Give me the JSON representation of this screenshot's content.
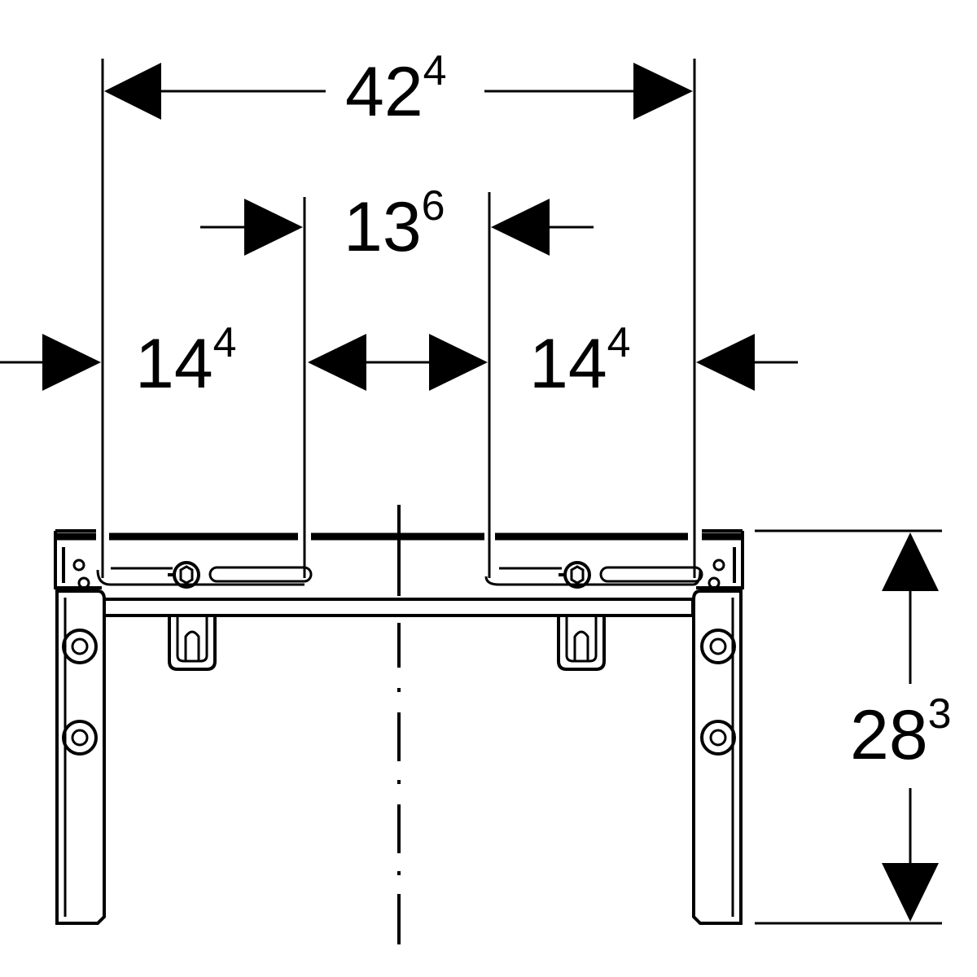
{
  "dimensions": {
    "overall_width": {
      "main": "42",
      "sup": "4"
    },
    "center_distance": {
      "main": "13",
      "sup": "6"
    },
    "left_span": {
      "main": "14",
      "sup": "4"
    },
    "right_span": {
      "main": "14",
      "sup": "4"
    },
    "height": {
      "main": "28",
      "sup": "3"
    }
  }
}
